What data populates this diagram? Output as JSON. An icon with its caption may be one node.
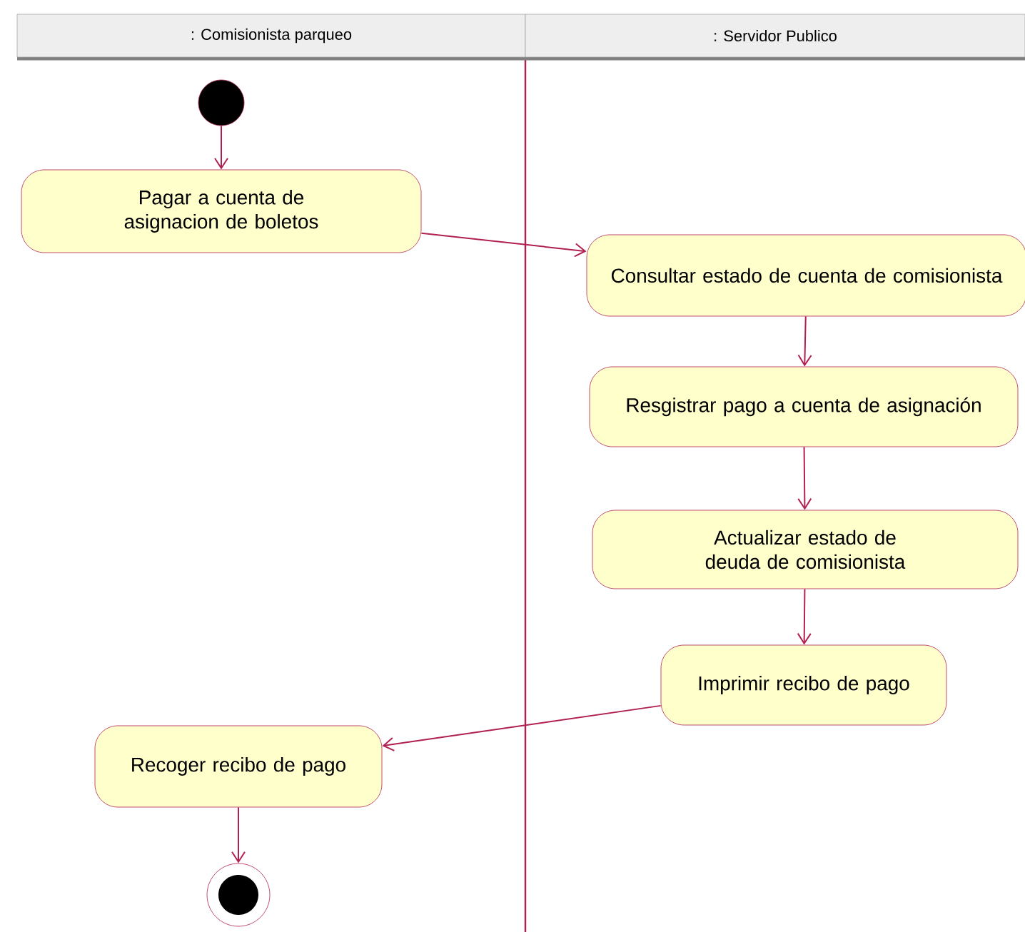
{
  "diagram": {
    "nodes": [
      {
        "text": [
          ": Comisionista parqueo"
        ]
      },
      {
        "text": [
          ": Servidor Publico"
        ]
      },
      {
        "text": [],
        "shape": "circle"
      },
      {
        "text": [
          "Pagar a cuenta de asignacion de boletos"
        ]
      },
      {
        "text": [
          "Consultar estado de cuenta de comisionista"
        ]
      },
      {
        "text": [
          "Resgistrar pago a cuenta de asignación"
        ]
      },
      {
        "text": [
          "Actualizar estado de deuda de comisionista"
        ]
      },
      {
        "text": [
          "Imprimir recibo de pago"
        ]
      },
      {
        "text": [
          "Recoger recibo de pago"
        ]
      },
      {
        "text": [],
        "shape": "bullseye"
      }
    ],
    "edges": [
      {
        "from": 2,
        "to": 3,
        "arrow": "to"
      },
      {
        "from": 3,
        "to": 4,
        "arrow": "to"
      },
      {
        "from": 4,
        "to": 5,
        "arrow": "to"
      },
      {
        "from": 5,
        "to": 6,
        "arrow": "to"
      },
      {
        "from": 6,
        "to": 7,
        "arrow": "to"
      },
      {
        "from": 7,
        "to": 8,
        "arrow": "to"
      },
      {
        "from": 8,
        "to": 9,
        "arrow": "to"
      }
    ]
  }
}
